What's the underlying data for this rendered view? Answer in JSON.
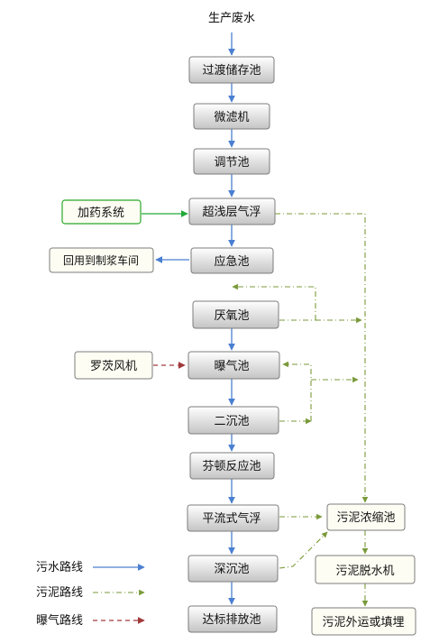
{
  "source": "生产废水",
  "main_flow": [
    "过渡储存池",
    "微滤机",
    "调节池",
    "超浅层气浮",
    "应急池",
    "厌氧池",
    "曝气池",
    "二沉池",
    "芬顿反应池",
    "平流式气浮",
    "深沉池",
    "达标排放池"
  ],
  "dosing": "加药系统",
  "reuse": "回用到制浆车间",
  "blower": "罗茨风机",
  "sludge": {
    "thickener": "污泥浓缩池",
    "dewater": "污泥脱水机",
    "disposal": "污泥外运或填埋"
  },
  "legend": {
    "water": "污水路线",
    "sludge": "污泥路线",
    "air": "曝气路线"
  },
  "colors": {
    "water": "#4a7fd1",
    "sludge": "#7a9a3a",
    "air": "#a03a3a",
    "dosing": "#22aa3a"
  }
}
